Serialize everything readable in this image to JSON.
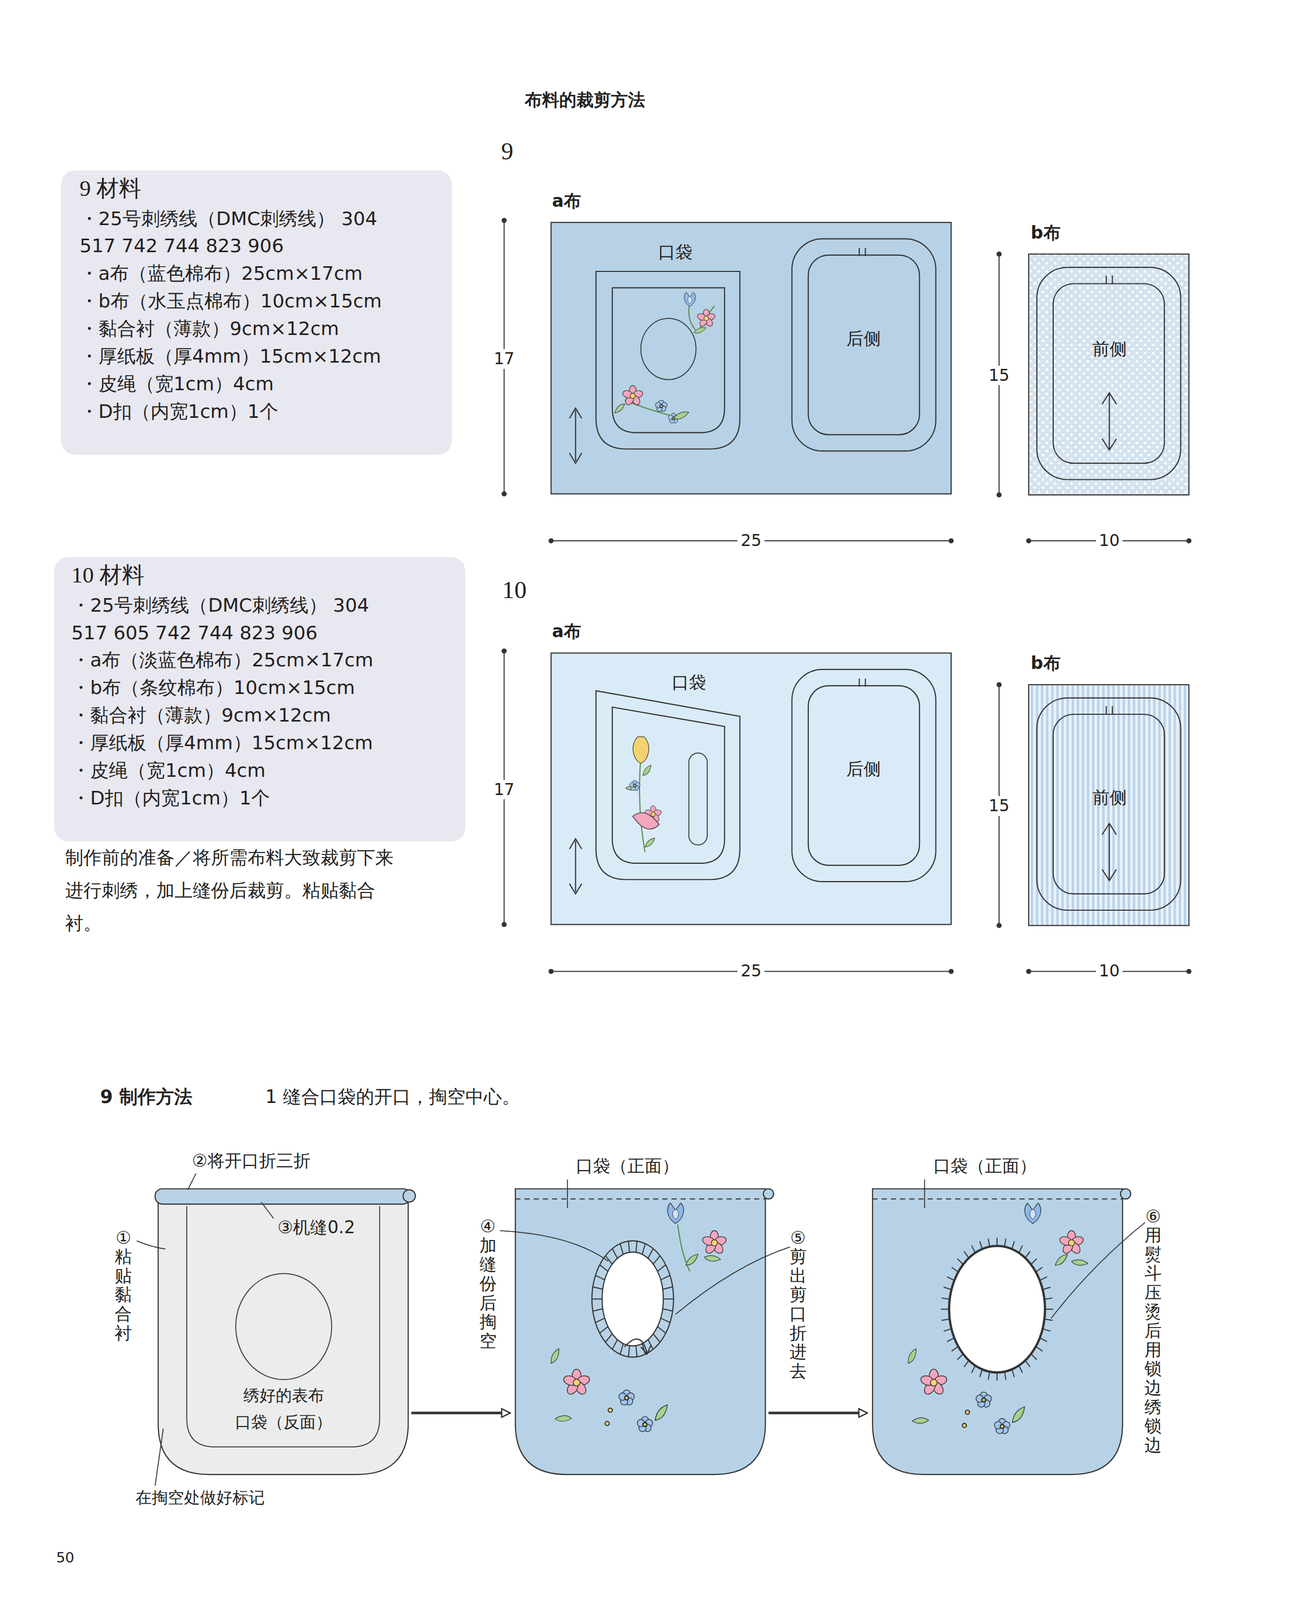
{
  "diagram": {
    "title": "布料的裁剪方法",
    "nodes": [
      {
        "text": [
          "9 材料",
          "・25号刺绣线（DMC刺绣线） 304 517 742 744 823 906",
          "・a布（蓝色棉布）25cm×17cm",
          "・b布（水玉点棉布）10cm×15cm",
          "・黏合衬（薄款）9cm×12cm",
          "・厚纸板（厚4mm）15cm×12cm",
          "・皮绳（宽1cm）4cm",
          "・D扣（内宽1cm）1个"
        ]
      },
      {
        "text": [
          "10 材料",
          "・25号刺绣线（DMC刺绣线） 304 517 605 742 744 823 906",
          "・a布（淡蓝色棉布）25cm×17cm",
          "・b布（条纹棉布）10cm×15cm",
          "・黏合衬（薄款）9cm×12cm",
          "・厚纸板（厚4mm）15cm×12cm",
          "・皮绳（宽1cm）4cm",
          "・D扣（内宽1cm）1个"
        ]
      },
      {
        "text": [
          "a布"
        ]
      },
      {
        "text": [
          "口袋"
        ],
        "in": 2
      },
      {
        "text": [
          "后侧"
        ],
        "in": 2
      },
      {
        "text": [
          "b布"
        ]
      },
      {
        "text": [
          "前侧"
        ],
        "in": 5
      },
      {
        "text": [
          "a布"
        ]
      },
      {
        "text": [
          "口袋"
        ],
        "in": 7
      },
      {
        "text": [
          "后侧"
        ],
        "in": 7
      },
      {
        "text": [
          "b布"
        ]
      },
      {
        "text": [
          "前侧"
        ],
        "in": 10
      },
      {
        "text": [
          "绣好的表布",
          "口袋（反面）"
        ]
      },
      {
        "text": [
          "口袋（正面）"
        ]
      },
      {
        "text": [
          "口袋（正面）"
        ]
      }
    ],
    "edges": [
      {
        "from": 12,
        "to": 13,
        "arrow": "to"
      },
      {
        "from": 13,
        "to": 14,
        "arrow": "to"
      }
    ],
    "labels": [
      "9",
      "17",
      "25",
      "15",
      "10",
      "10",
      "17",
      "25",
      "15",
      "10",
      "制作前的准备／将所需布料大致裁剪下来进行刺绣，加上缝份后裁剪。粘贴黏合衬。",
      "9 制作方法",
      "1 缝合口袋的开口，掏空中心。",
      "②将开口折三折",
      "③机缝0.2",
      "①粘贴黏合衬",
      "在掏空处做好标记",
      "④加缝份后掏空",
      "⑤剪出剪口折进去",
      "⑥用熨斗压烫后用锁边绣锁边",
      "50"
    ]
  }
}
